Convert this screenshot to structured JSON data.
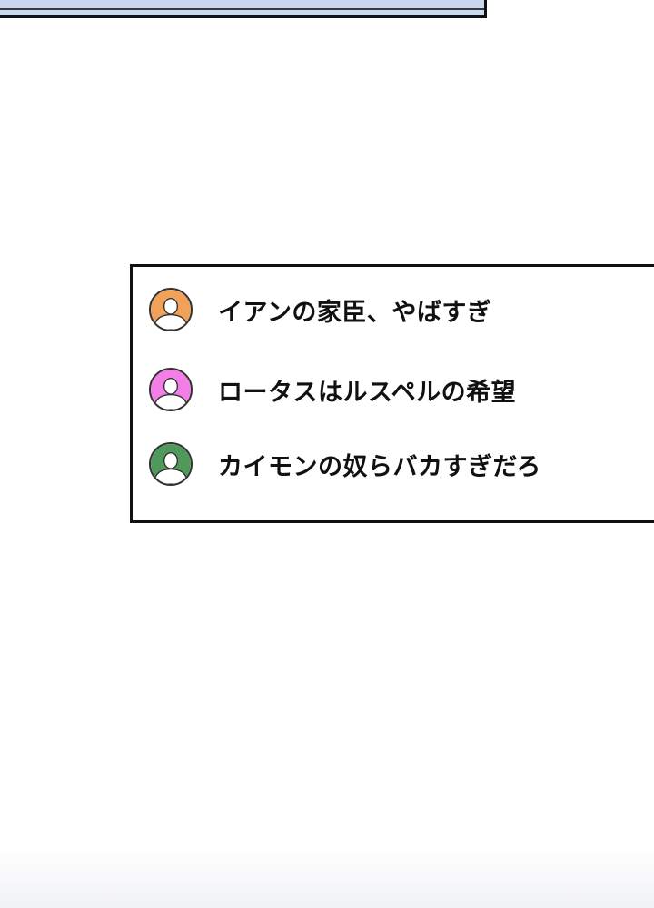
{
  "comments": [
    {
      "text": "イアンの家臣、やばすぎ",
      "avatar_color": "#f2a258",
      "avatar_icon": "user-avatar-icon"
    },
    {
      "text": "ロータスはルスペルの希望",
      "avatar_color": "#f47ee8",
      "avatar_icon": "user-avatar-icon"
    },
    {
      "text": "カイモンの奴らバカすぎだろ",
      "avatar_color": "#4f9a5a",
      "avatar_icon": "user-avatar-icon"
    }
  ],
  "colors": {
    "top_panel": "#c9d7ec",
    "border": "#111111",
    "background": "#ffffff"
  }
}
